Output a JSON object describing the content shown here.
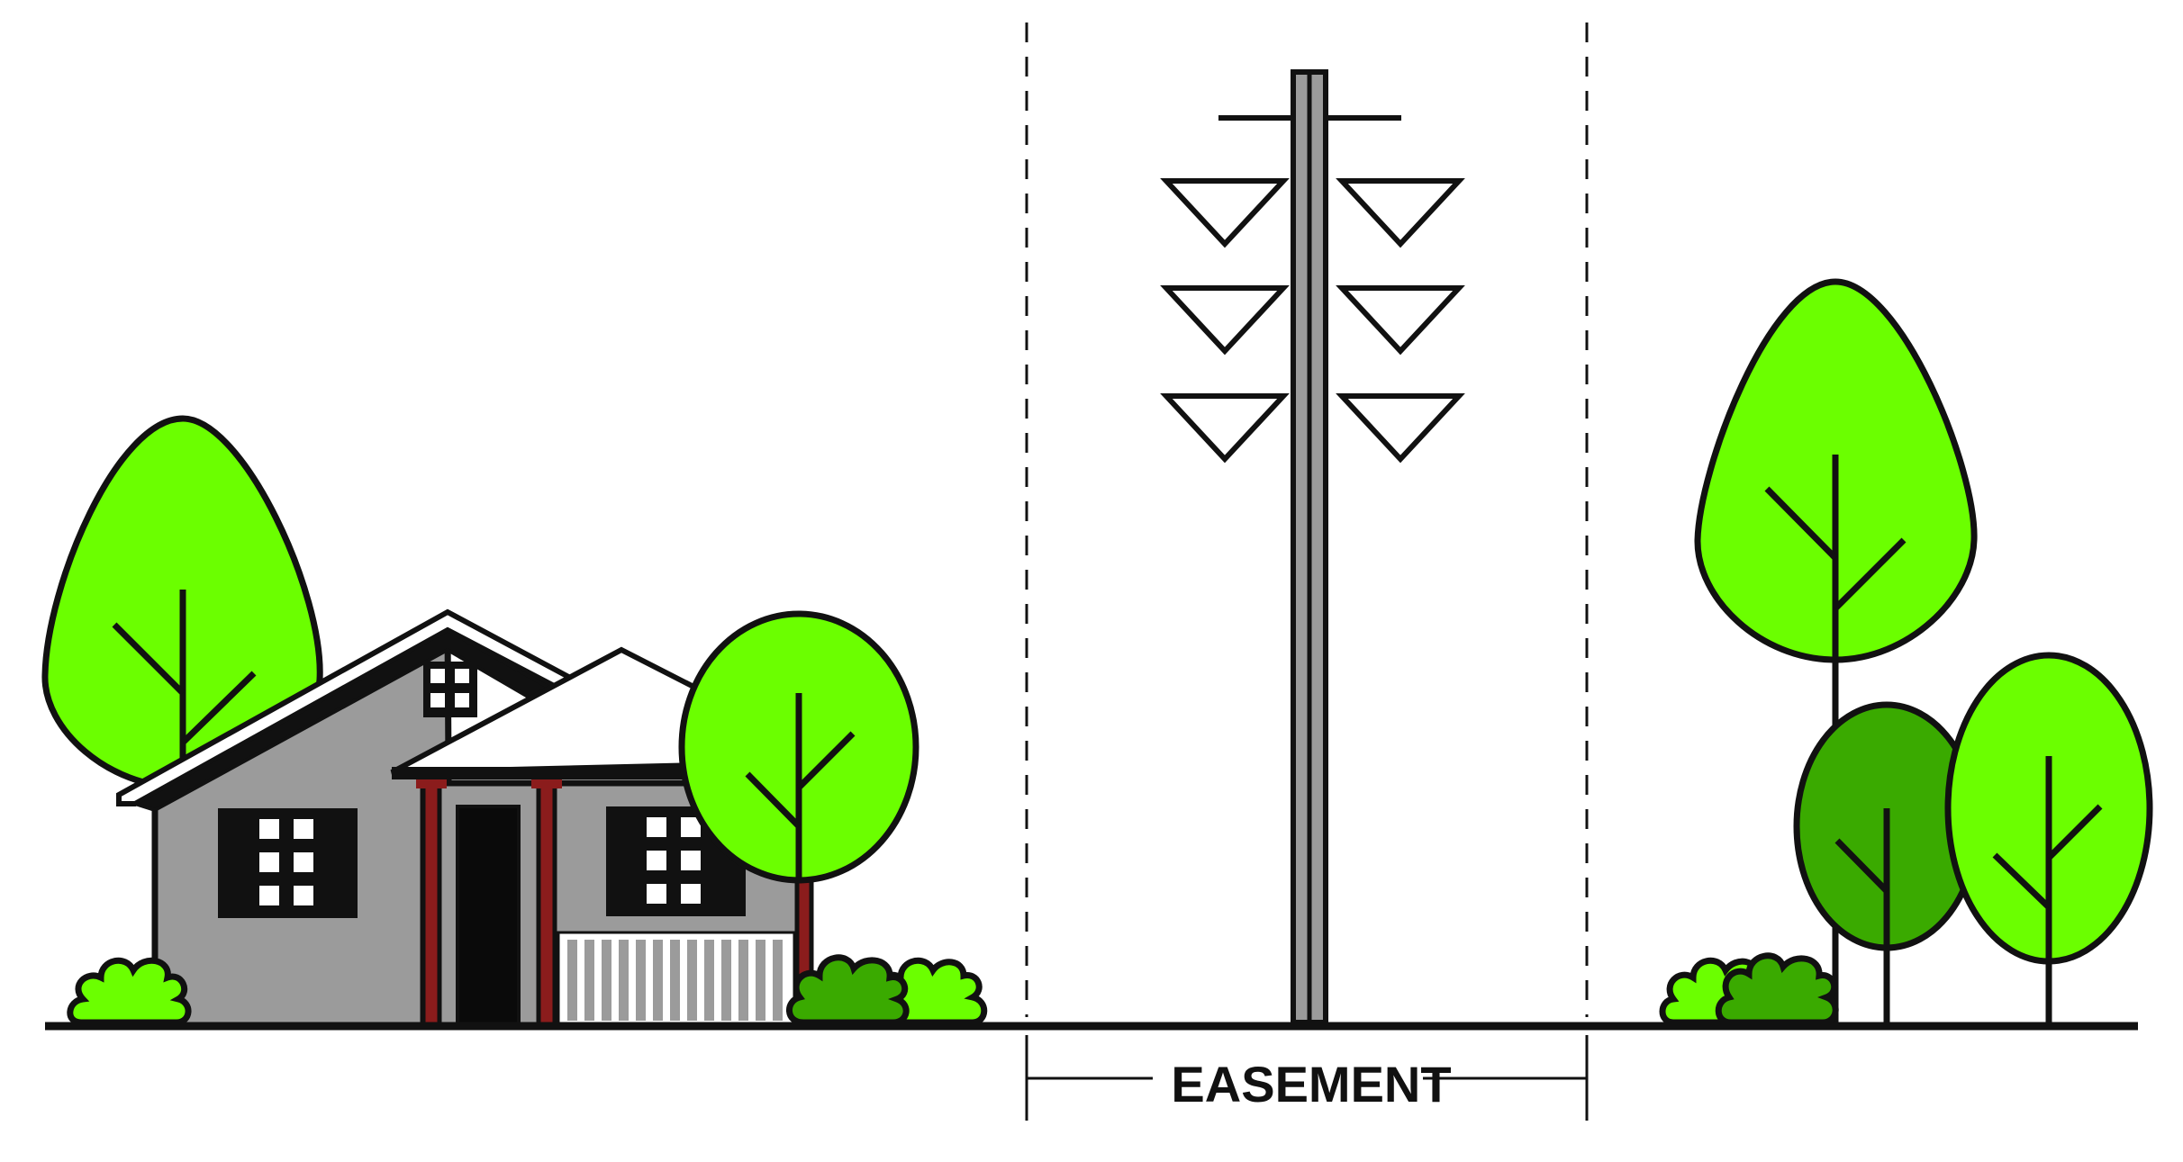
{
  "diagram": {
    "easement_label": "EASEMENT",
    "colors": {
      "outline": "#111111",
      "tree_light": "#6bff00",
      "tree_dark": "#3aaa00",
      "house_wall": "#9b9b9b",
      "roof_white": "#ffffff",
      "door_black": "#0a0a0a",
      "porch_post_red": "#8b1c1c",
      "pole_gray": "#9b9b9b",
      "background": "#ffffff"
    },
    "elements": {
      "house": "house",
      "transmission_tower": "electric-transmission-tower",
      "easement_boundaries": "dashed-easement-boundary-lines",
      "trees_left": "tree",
      "trees_right": "tree",
      "shrubs": "shrub"
    }
  }
}
